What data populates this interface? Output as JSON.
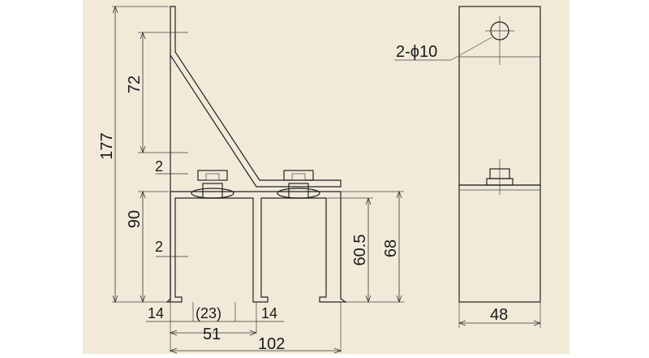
{
  "colors": {
    "page_background": "#ffffff",
    "panel_background": "#f2ead9",
    "line": "#222222",
    "nut_fill": "#ffffff"
  },
  "dimensions": {
    "overall_height": "177",
    "bracket_height": "72",
    "plate_thickness_upper": "2",
    "rail_height": "90",
    "plate_thickness_lower": "2",
    "inner_height": "60.5",
    "outer_height": "68",
    "flange_left": "14",
    "gap": "(23)",
    "flange_right": "14",
    "half_width": "51",
    "total_width": "102",
    "side_width": "48",
    "hole_spec": "2-ϕ10"
  }
}
